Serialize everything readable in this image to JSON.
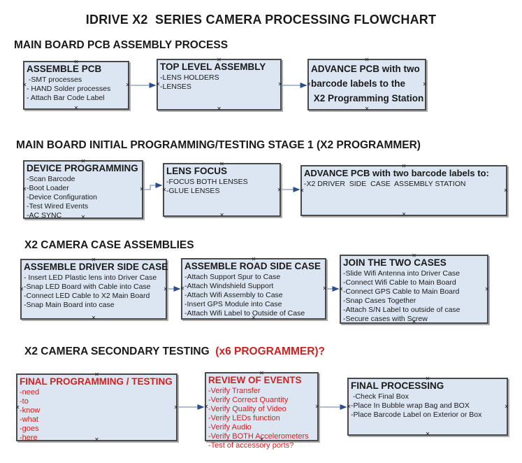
{
  "title": "IDRIVE X2  SERIES CAMERA PROCESSING FLOWCHART",
  "colors": {
    "box_fill": "#dce6f2",
    "box_border": "#4a4a4a",
    "accent_red": "#cc2222",
    "arrow_line": "#94a8c7",
    "arrow_head": "#2d4e8d",
    "text": "#1a1a1a"
  },
  "connection_point_glyph": "✕",
  "sections": [
    {
      "heading": "MAIN BOARD PCB ASSEMBLY PROCESS",
      "boxes": [
        {
          "title": "ASSEMBLE PCB",
          "items": [
            " -SMT processes",
            "- HAND Solder processes",
            "- Attach Bar Code Label"
          ]
        },
        {
          "title": "TOP LEVEL ASSEMBLY",
          "items": [
            "-LENS HOLDERS",
            "-LENSES"
          ]
        },
        {
          "title": "ADVANCE PCB with two barcode labels to the",
          "items": [
            " X2 Programming Station"
          ]
        }
      ]
    },
    {
      "heading": "MAIN BOARD INITIAL PROGRAMMING/TESTING STAGE 1 (X2 PROGRAMMER)",
      "boxes": [
        {
          "title": "DEVICE PROGRAMMING",
          "items": [
            "-Scan Barcode",
            "-Boot Loader",
            "-Device Configuration",
            "-Test Wired Events",
            "-AC SYNC"
          ]
        },
        {
          "title": "LENS FOCUS",
          "items": [
            "-FOCUS BOTH LENSES",
            "-GLUE LENSES"
          ]
        },
        {
          "title": "ADVANCE PCB with two barcode labels to:",
          "items": [
            "-X2 DRIVER  SIDE  CASE  ASSEMBLY STATION"
          ]
        }
      ]
    },
    {
      "heading": "X2 CAMERA CASE ASSEMBLIES",
      "boxes": [
        {
          "title": "ASSEMBLE DRIVER SIDE CASE",
          "items": [
            "- Insert LED Plastic lens into Driver Case",
            "-Snap LED Board with Cable into Case",
            "-Connect LED Cable to X2 Main Board",
            "-Snap Main Board into case"
          ]
        },
        {
          "title": "ASSEMBLE ROAD SIDE CASE",
          "items": [
            "-Attach Support Spur to Case",
            "-Attach Windshield Support",
            "-Attach Wifi Assembly to Case",
            "-Insert GPS Module into Case",
            "-Attach Wifi Label to Outside of Case"
          ]
        },
        {
          "title": "JOIN THE TWO CASES",
          "items": [
            "-Slide Wifi Antenna into Driver Case",
            "-Connect Wifi Cable to Main Board",
            "-Connect GPS Cable to Main Board",
            "-Snap Cases Together",
            "-Attach S/N Label to outside of case",
            "-Secure cases with Screw"
          ]
        }
      ]
    },
    {
      "heading": "X2 CAMERA SECONDARY TESTING  ",
      "heading_suffix": "(x6 PROGRAMMER)?",
      "boxes": [
        {
          "title": "FINAL PROGRAMMING / TESTING",
          "items": [
            "-need",
            "-to",
            "-know",
            "-what",
            "-goes",
            "-here"
          ]
        },
        {
          "title": "REVIEW OF EVENTS",
          "items": [
            "-Verify Transfer",
            "-Verify Correct Quantity",
            "-Verify Quality of Video",
            "-Verify LEDs function",
            "-Verify Audio",
            "-Verify BOTH Accelerometers",
            "-Test of accessory ports?"
          ]
        },
        {
          "title": "FINAL PROCESSING",
          "items": [
            " -Check Final Box",
            "-Place In Bubble wrap Bag and BOX",
            "-Place Barcode Label on Exterior or Box"
          ]
        }
      ]
    }
  ]
}
